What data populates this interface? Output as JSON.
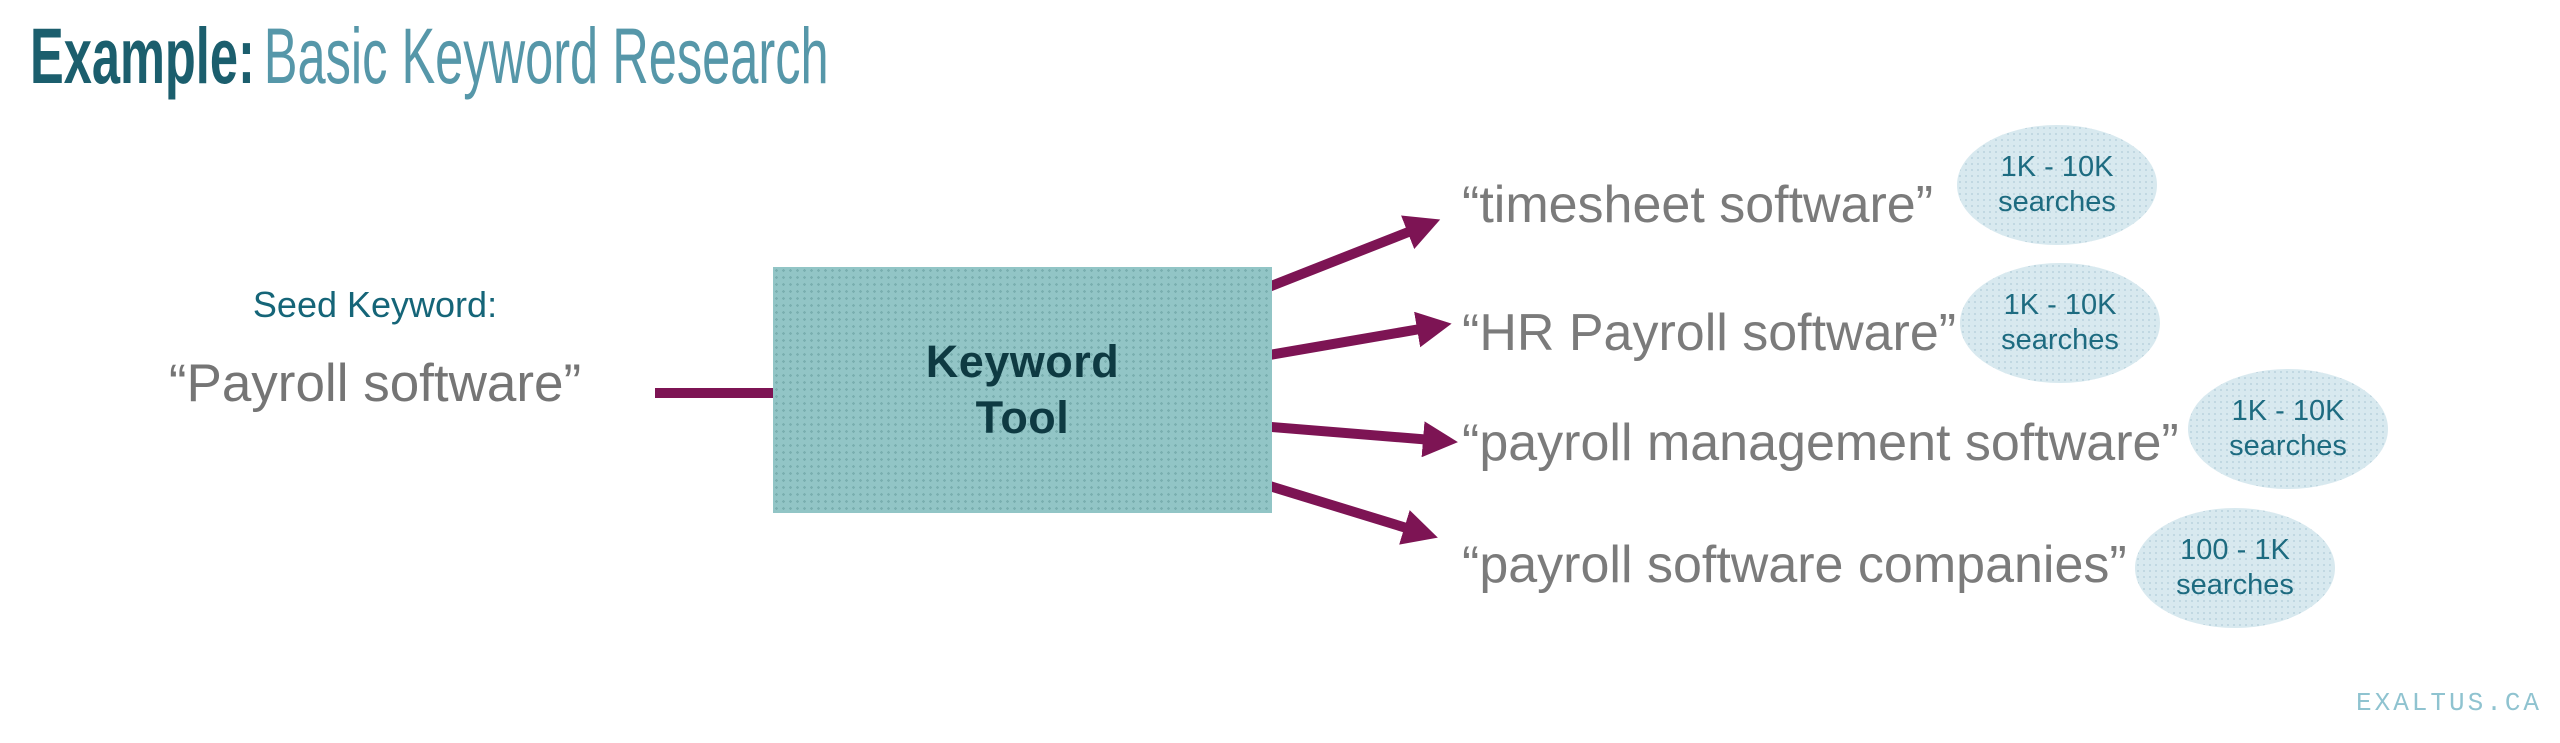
{
  "title": {
    "prefix": "Example:",
    "rest": "Basic Keyword Research"
  },
  "seed": {
    "label": "Seed Keyword:",
    "keyword": "“Payroll software”"
  },
  "tool": {
    "line1": "Keyword",
    "line2": "Tool"
  },
  "results": [
    {
      "keyword": "“timesheet software”",
      "volume": "1K - 10K",
      "unit": "searches"
    },
    {
      "keyword": "“HR Payroll software”",
      "volume": "1K - 10K",
      "unit": "searches"
    },
    {
      "keyword": "“payroll management software”",
      "volume": "1K - 10K",
      "unit": "searches"
    },
    {
      "keyword": "“payroll software companies”",
      "volume": "100 - 1K",
      "unit": "searches"
    }
  ],
  "watermark": "EXALTUS.CA",
  "colors": {
    "title_prefix": "#1b5e6d",
    "title_rest": "#5697a9",
    "seed_label": "#156578",
    "keyword_text": "#7b7b7b",
    "arrow": "#7d1454",
    "tool_box_fill": "#92c5c6",
    "tool_box_text": "#0e3a42",
    "badge_fill": "#d8e9ef",
    "badge_text": "#1d6b80",
    "watermark": "#8fc3d0"
  }
}
